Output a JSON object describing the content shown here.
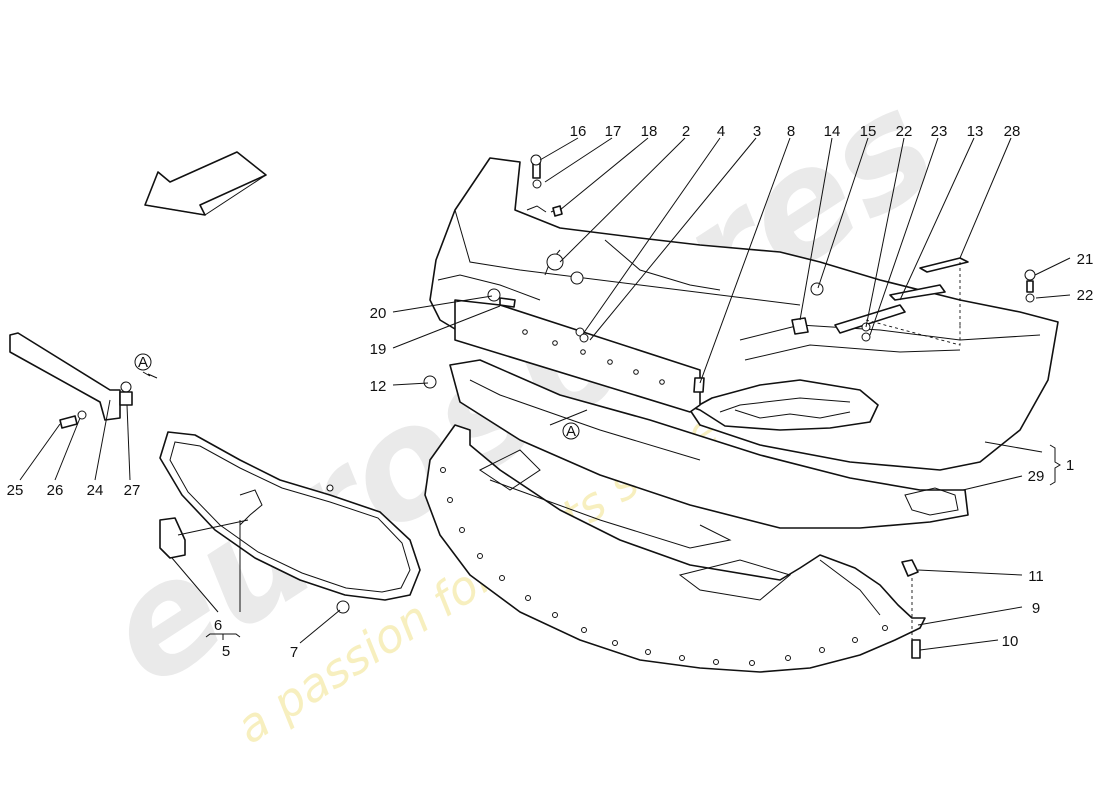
{
  "watermark": {
    "brand": "eurospares",
    "tagline": "a passion for parts since 1985"
  },
  "callouts": {
    "c16": "16",
    "c17": "17",
    "c18": "18",
    "c2": "2",
    "c4": "4",
    "c3": "3",
    "c8": "8",
    "c14": "14",
    "c15": "15",
    "c22a": "22",
    "c23": "23",
    "c13": "13",
    "c28": "28",
    "c21": "21",
    "c22b": "22",
    "c20": "20",
    "c19": "19",
    "c12": "12",
    "c1": "1",
    "c29": "29",
    "c11": "11",
    "c9": "9",
    "c10": "10",
    "c25": "25",
    "c26": "26",
    "c24": "24",
    "c27": "27",
    "c6": "6",
    "c5": "5",
    "c7": "7"
  },
  "view_markers": {
    "marker_a1": "A",
    "marker_a2": "A"
  },
  "colors": {
    "line": "#111111",
    "watermark_grey": "#d9d9d9",
    "watermark_yellow": "#f1e38b"
  }
}
